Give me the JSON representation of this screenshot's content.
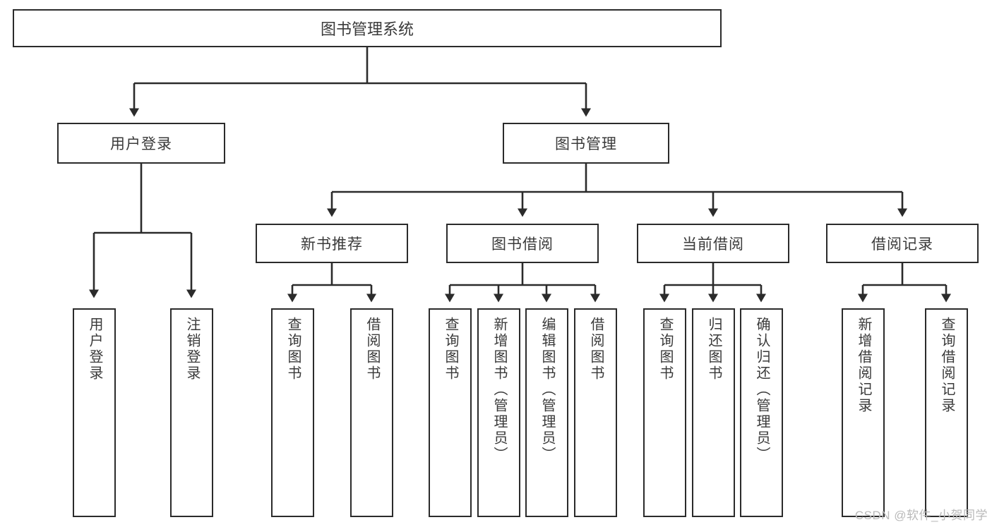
{
  "diagram": {
    "title": "图书管理系统",
    "type": "hierarchy-tree",
    "levels": 4,
    "colors": {
      "box_border": "#2b2b2b",
      "box_fill": "#ffffff",
      "text": "#3a3a3a",
      "connector": "#2b2b2b",
      "watermark": "#b9b9b9",
      "background": "#ffffff"
    },
    "root": {
      "label": "图书管理系统"
    },
    "level2": [
      {
        "label": "用户登录"
      },
      {
        "label": "图书管理"
      }
    ],
    "level3": [
      {
        "label": "新书推荐"
      },
      {
        "label": "图书借阅"
      },
      {
        "label": "当前借阅"
      },
      {
        "label": "借阅记录"
      }
    ],
    "leaves": {
      "user_login": [
        {
          "label": "用户登录"
        },
        {
          "label": "注销登录"
        }
      ],
      "new_book_recommend": [
        {
          "label": "查询图书"
        },
        {
          "label": "借阅图书"
        }
      ],
      "book_borrow": [
        {
          "label": "查询图书"
        },
        {
          "label": "新增图书（管理员）"
        },
        {
          "label": "编辑图书（管理员）"
        },
        {
          "label": "借阅图书"
        }
      ],
      "current_borrow": [
        {
          "label": "查询图书"
        },
        {
          "label": "归还图书"
        },
        {
          "label": "确认归还（管理员）"
        }
      ],
      "borrow_record": [
        {
          "label": "新增借阅记录"
        },
        {
          "label": "查询借阅记录"
        }
      ]
    },
    "watermark": "CSDN @软件_小贺同学"
  }
}
